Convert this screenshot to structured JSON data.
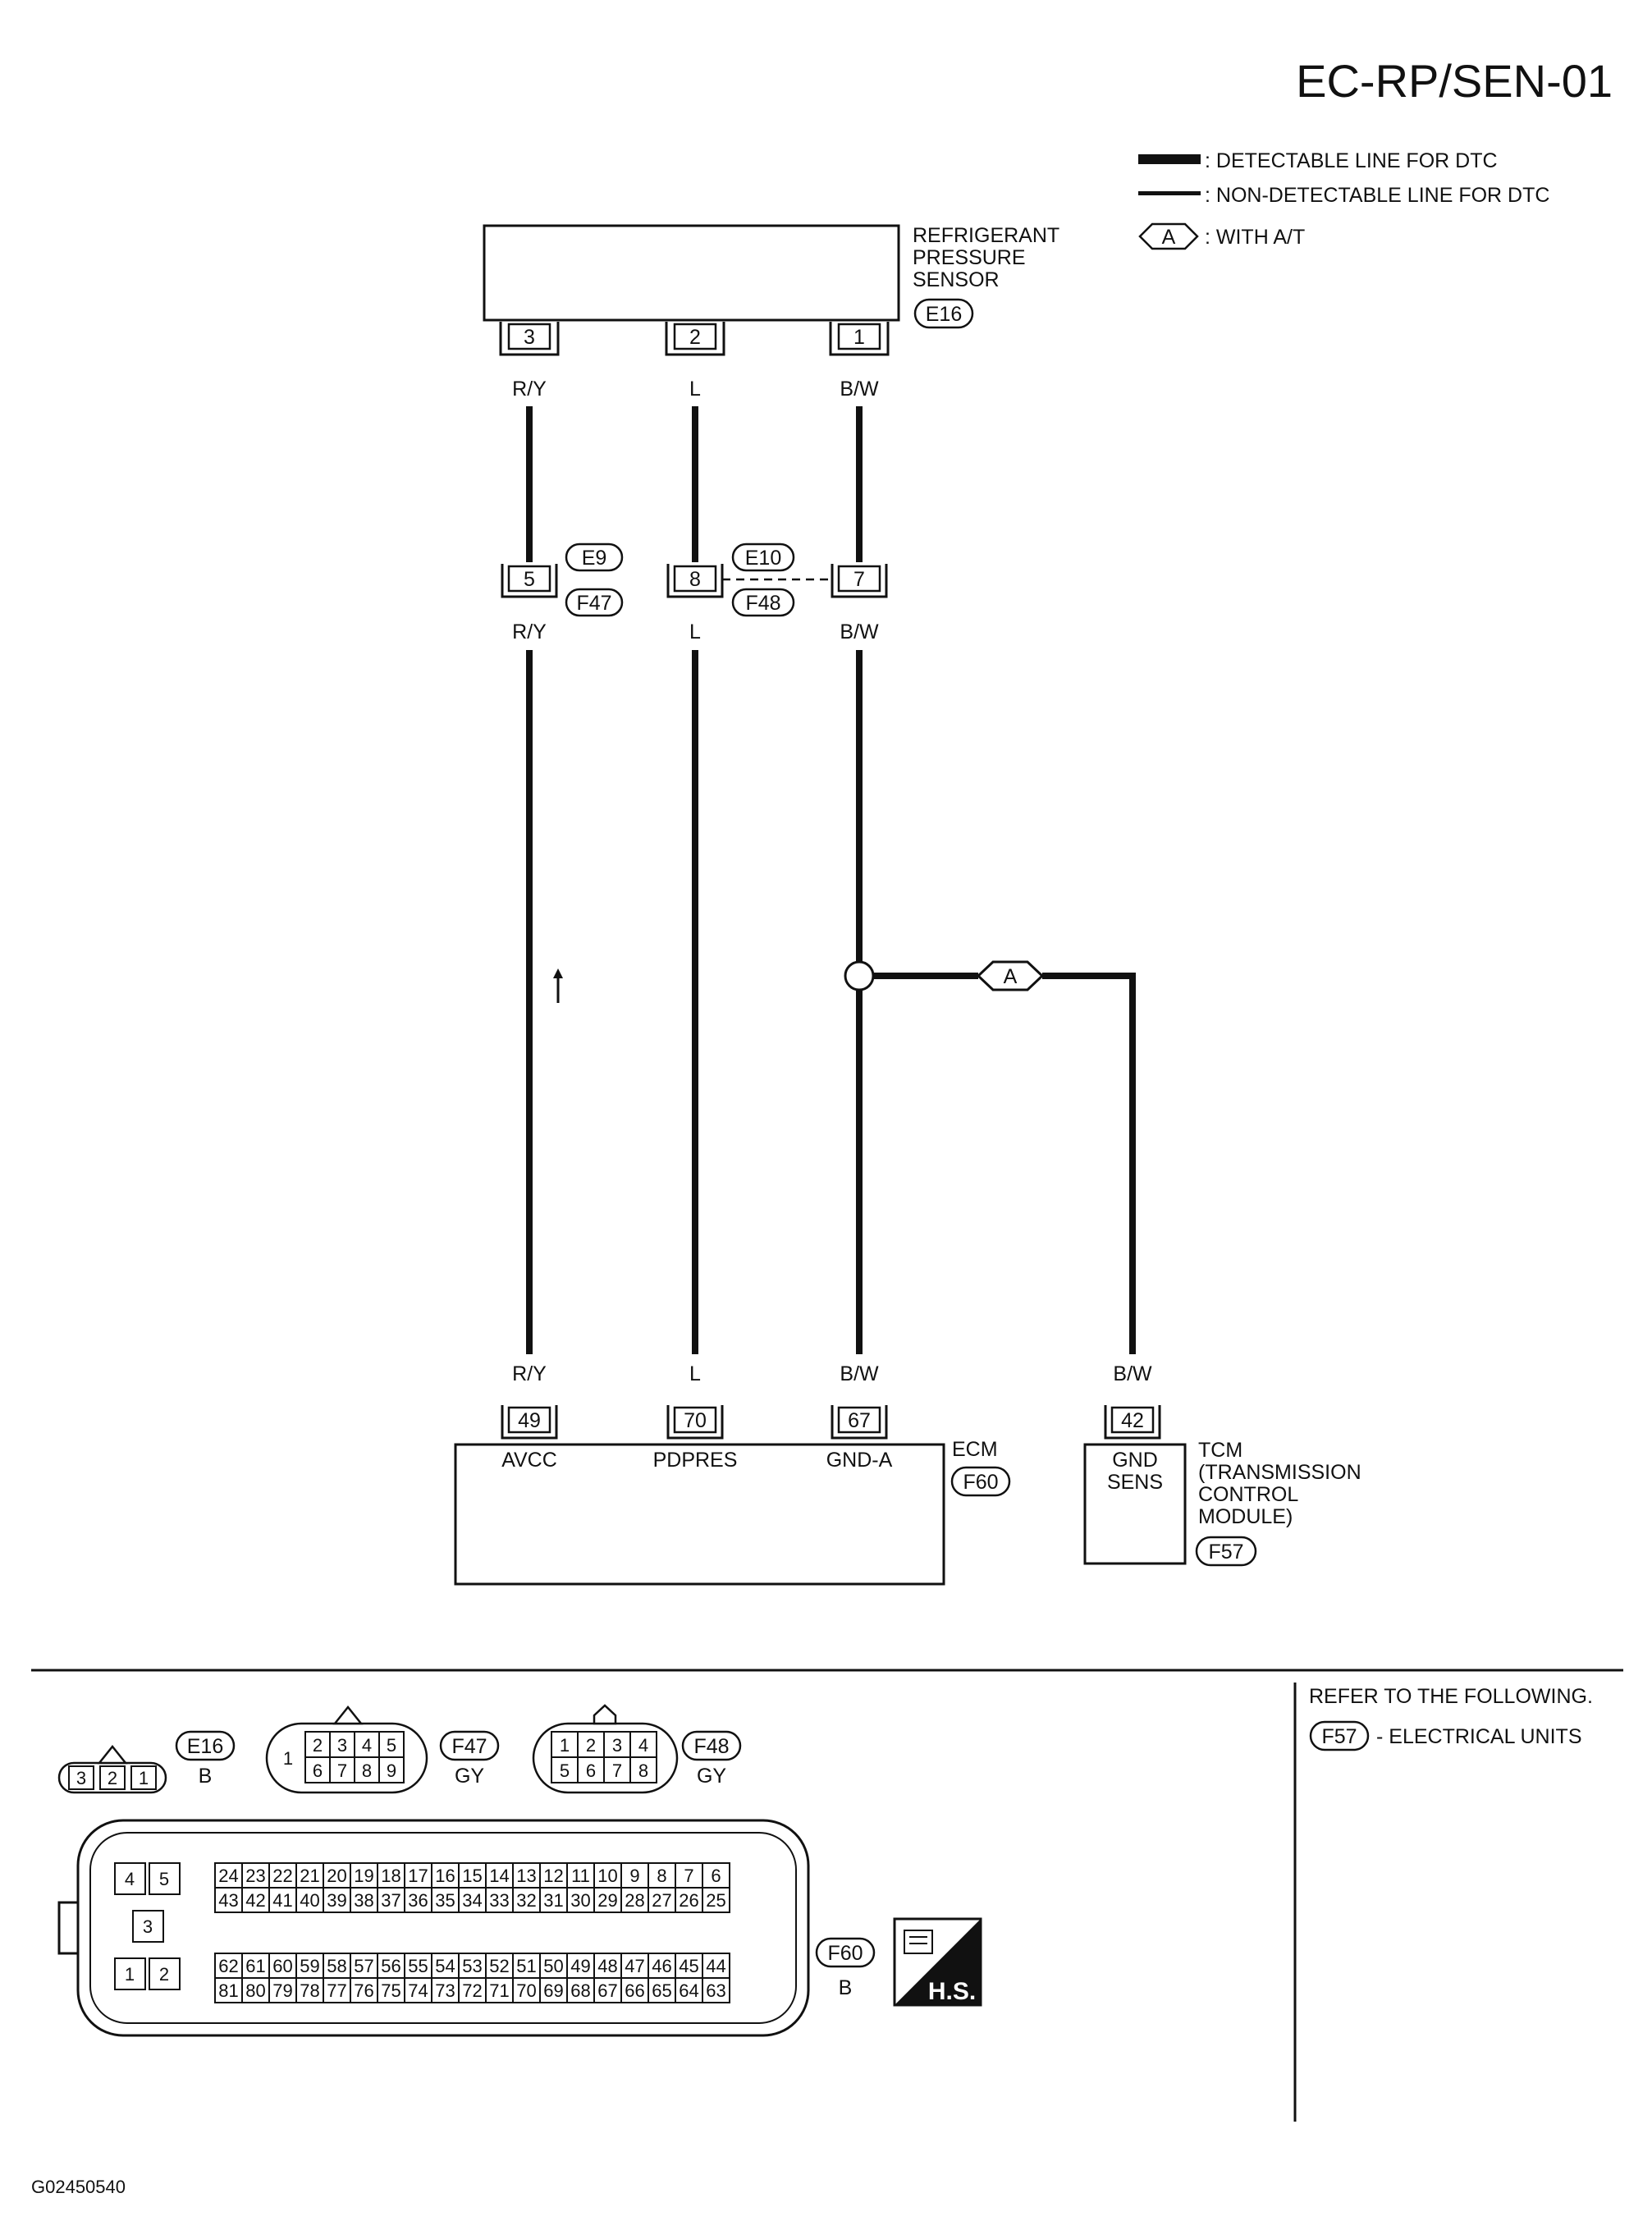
{
  "page": {
    "title": "EC-RP/SEN-01",
    "figure_code": "G02450540",
    "colors": {
      "line": "#111111",
      "background": "#ffffff"
    }
  },
  "legend": {
    "detectable": ": DETECTABLE LINE FOR DTC",
    "non_detectable": ": NON-DETECTABLE LINE FOR DTC",
    "with_at_symbol": "A",
    "with_at": ": WITH A/T"
  },
  "sensor": {
    "name_line1": "REFRIGERANT",
    "name_line2": "PRESSURE",
    "name_line3": "SENSOR",
    "connector": "E16",
    "pins": [
      "3",
      "2",
      "1"
    ]
  },
  "wires": {
    "wire1": {
      "color_top": "R/Y",
      "inline_pin": "5",
      "color_mid": "R/Y",
      "color_bottom": "R/Y",
      "ecm_pin": "49",
      "signal": "AVCC"
    },
    "wire2": {
      "color_top": "L",
      "inline_pin": "8",
      "color_mid": "L",
      "color_bottom": "L",
      "ecm_pin": "70",
      "signal": "PDPRES"
    },
    "wire3": {
      "color_top": "B/W",
      "inline_pin": "7",
      "color_mid": "B/W",
      "color_bottom": "B/W",
      "ecm_pin": "67",
      "signal": "GND-A"
    },
    "wire4": {
      "color_bottom": "B/W",
      "tcm_pin": "42",
      "signal_line1": "GND",
      "signal_line2": "SENS"
    }
  },
  "inline_connectors": {
    "a_top": "E9",
    "a_bottom": "F47",
    "b_top": "E10",
    "b_bottom": "F48"
  },
  "splice_option": "A",
  "ecm": {
    "name": "ECM",
    "connector": "F60"
  },
  "tcm": {
    "name_line1": "TCM",
    "name_line2": "(TRANSMISSION",
    "name_line3": "CONTROL",
    "name_line4": "MODULE)",
    "connector": "F57"
  },
  "refer": {
    "heading": "REFER TO THE FOLLOWING.",
    "item_connector": "F57",
    "item_text": "- ELECTRICAL UNITS"
  },
  "connector_views": {
    "e16": {
      "id": "E16",
      "color": "B",
      "pins": [
        "3",
        "2",
        "1"
      ]
    },
    "f47": {
      "id": "F47",
      "color": "GY",
      "pin_single": "1",
      "top": [
        "2",
        "3",
        "4",
        "5"
      ],
      "bottom": [
        "6",
        "7",
        "8",
        "9"
      ]
    },
    "f48": {
      "id": "F48",
      "color": "GY",
      "top": [
        "1",
        "2",
        "3",
        "4"
      ],
      "bottom": [
        "5",
        "6",
        "7",
        "8"
      ]
    },
    "f60": {
      "id": "F60",
      "color": "B",
      "left_pins": [
        "4",
        "5",
        "3",
        "1",
        "2"
      ],
      "row1": [
        "24",
        "23",
        "22",
        "21",
        "20",
        "19",
        "18",
        "17",
        "16",
        "15",
        "14",
        "13",
        "12",
        "11",
        "10",
        "9",
        "8",
        "7",
        "6"
      ],
      "row2": [
        "43",
        "42",
        "41",
        "40",
        "39",
        "38",
        "37",
        "36",
        "35",
        "34",
        "33",
        "32",
        "31",
        "30",
        "29",
        "28",
        "27",
        "26",
        "25"
      ],
      "row3": [
        "62",
        "61",
        "60",
        "59",
        "58",
        "57",
        "56",
        "55",
        "54",
        "53",
        "52",
        "51",
        "50",
        "49",
        "48",
        "47",
        "46",
        "45",
        "44"
      ],
      "row4": [
        "81",
        "80",
        "79",
        "78",
        "77",
        "76",
        "75",
        "74",
        "73",
        "72",
        "71",
        "70",
        "69",
        "68",
        "67",
        "66",
        "65",
        "64",
        "63"
      ]
    },
    "hs_label": "H.S."
  }
}
